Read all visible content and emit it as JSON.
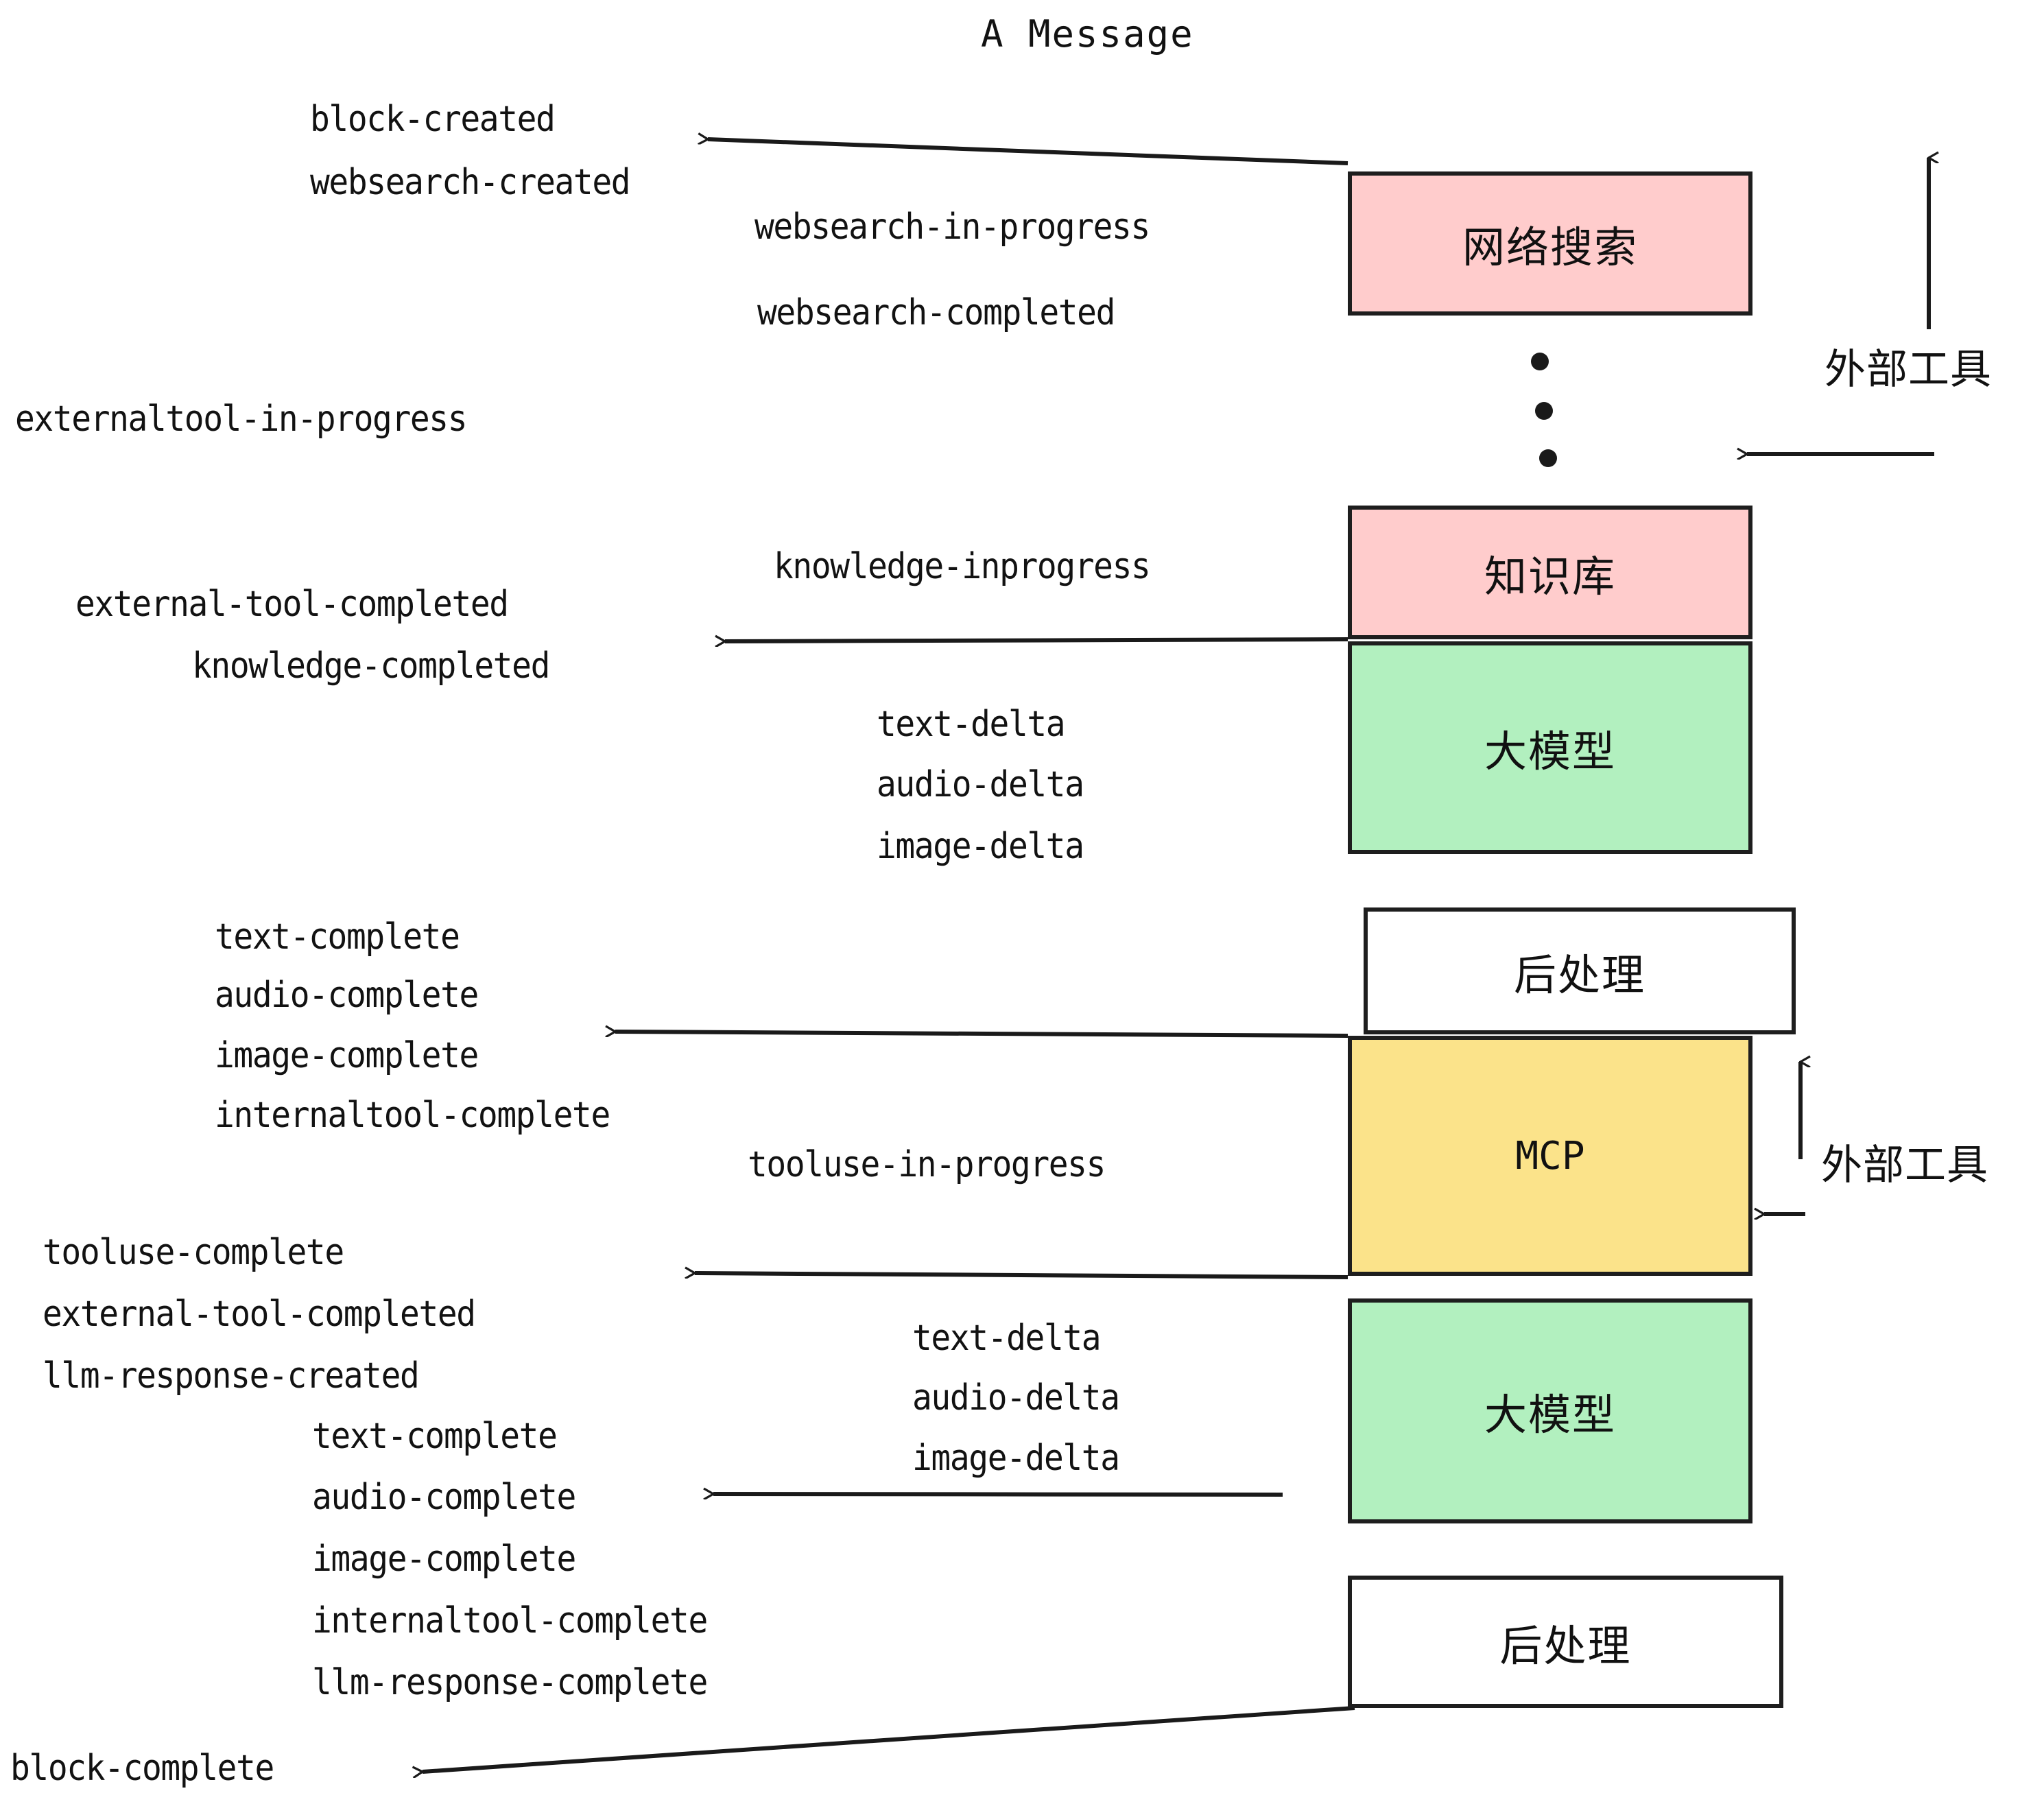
{
  "title": "A Message",
  "boxes": [
    {
      "id": "websearch",
      "label": "网络搜索",
      "color": "#ffcccc"
    },
    {
      "id": "knowledge",
      "label": "知识库",
      "color": "#ffcccc"
    },
    {
      "id": "llm-top",
      "label": "大模型",
      "color": "#b2f0bf"
    },
    {
      "id": "postprocess-top",
      "label": "后处理",
      "color": "#ffffff"
    },
    {
      "id": "mcp",
      "label": "MCP",
      "color": "#fbe38a"
    },
    {
      "id": "llm-bottom",
      "label": "大模型",
      "color": "#b2f0bf"
    },
    {
      "id": "postprocess-bottom",
      "label": "后处理",
      "color": "#ffffff"
    }
  ],
  "side_annotations": {
    "top": "外部工具",
    "bottom": "外部工具"
  },
  "events": {
    "block_created": "block-created",
    "websearch_created": "websearch-created",
    "websearch_in_progress": "websearch-in-progress",
    "websearch_completed": "websearch-completed",
    "externaltool_in_progress": "externaltool-in-progress",
    "knowledge_inprogress": "knowledge-inprogress",
    "external_tool_completed_1": "external-tool-completed",
    "knowledge_completed": "knowledge-completed",
    "text_delta_1": "text-delta",
    "audio_delta_1": "audio-delta",
    "image_delta_1": "image-delta",
    "text_complete_1": "text-complete",
    "audio_complete_1": "audio-complete",
    "image_complete_1": "image-complete",
    "internaltool_complete_1": "internaltool-complete",
    "tooluse_in_progress": "tooluse-in-progress",
    "tooluse_complete": "tooluse-complete",
    "external_tool_completed_2": "external-tool-completed",
    "llm_response_created": "llm-response-created",
    "text_delta_2": "text-delta",
    "audio_delta_2": "audio-delta",
    "image_delta_2": "image-delta",
    "text_complete_2": "text-complete",
    "audio_complete_2": "audio-complete",
    "image_complete_2": "image-complete",
    "internaltool_complete_2": "internaltool-complete",
    "llm_response_complete": "llm-response-complete",
    "block_complete": "block-complete"
  },
  "colors": {
    "pink": "#ffcccc",
    "green": "#b2f0bf",
    "yellow": "#fbe38a",
    "white": "#ffffff",
    "stroke": "#1e1e1e",
    "background": "#ffffff"
  }
}
